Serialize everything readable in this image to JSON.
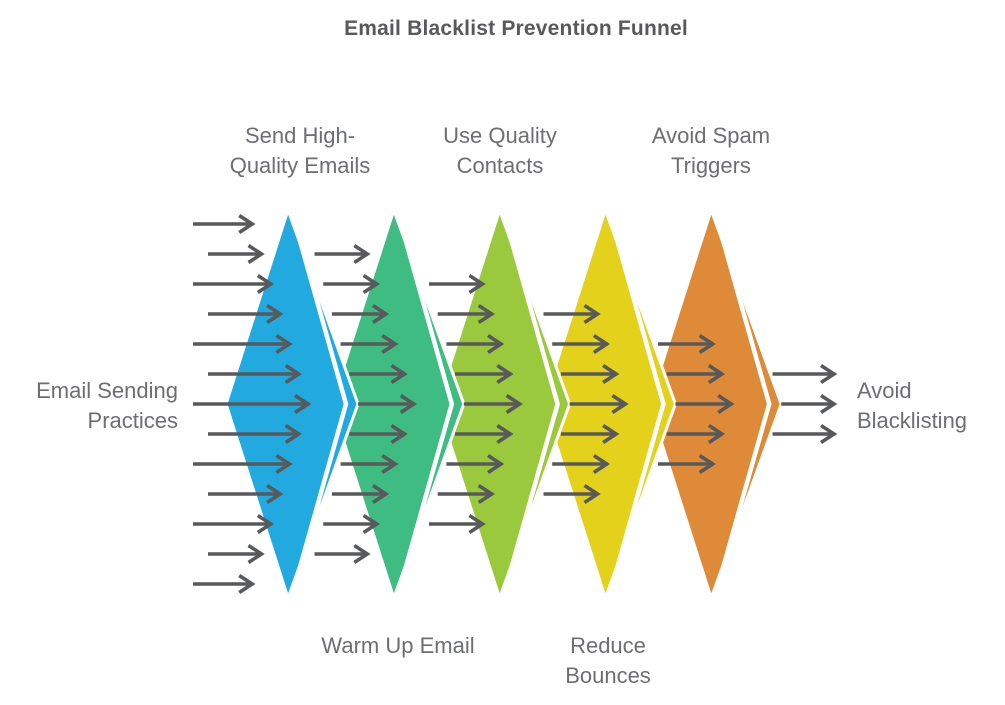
{
  "title": "Email Blacklist Prevention Funnel",
  "colors": {
    "background": "#FFFFFF",
    "arrow": "#58595B",
    "title_text": "#58595B",
    "label_text": "#6D6E71",
    "stripe": "#FFFFFF"
  },
  "input": {
    "label_lines": [
      "Email Sending",
      "Practices"
    ]
  },
  "output": {
    "label_lines": [
      "Avoid",
      "Blacklisting"
    ]
  },
  "stages": [
    {
      "id": "send-high-quality-emails",
      "color": "#22A9E0",
      "label_side": "top",
      "label_lines": [
        "Send High-",
        "Quality Emails"
      ]
    },
    {
      "id": "warm-up-email",
      "color": "#3EBC82",
      "label_side": "bottom",
      "label_lines": [
        "Warm Up Email"
      ]
    },
    {
      "id": "use-quality-contacts",
      "color": "#9BC93E",
      "label_side": "top",
      "label_lines": [
        "Use Quality",
        "Contacts"
      ]
    },
    {
      "id": "reduce-bounces",
      "color": "#E4D11C",
      "label_side": "bottom",
      "label_lines": [
        "Reduce",
        "Bounces"
      ]
    },
    {
      "id": "avoid-spam-triggers",
      "color": "#DE8A38",
      "label_side": "top",
      "label_lines": [
        "Avoid Spam",
        "Triggers"
      ]
    }
  ],
  "arrow_counts": [
    13,
    11,
    9,
    7,
    5,
    3
  ]
}
